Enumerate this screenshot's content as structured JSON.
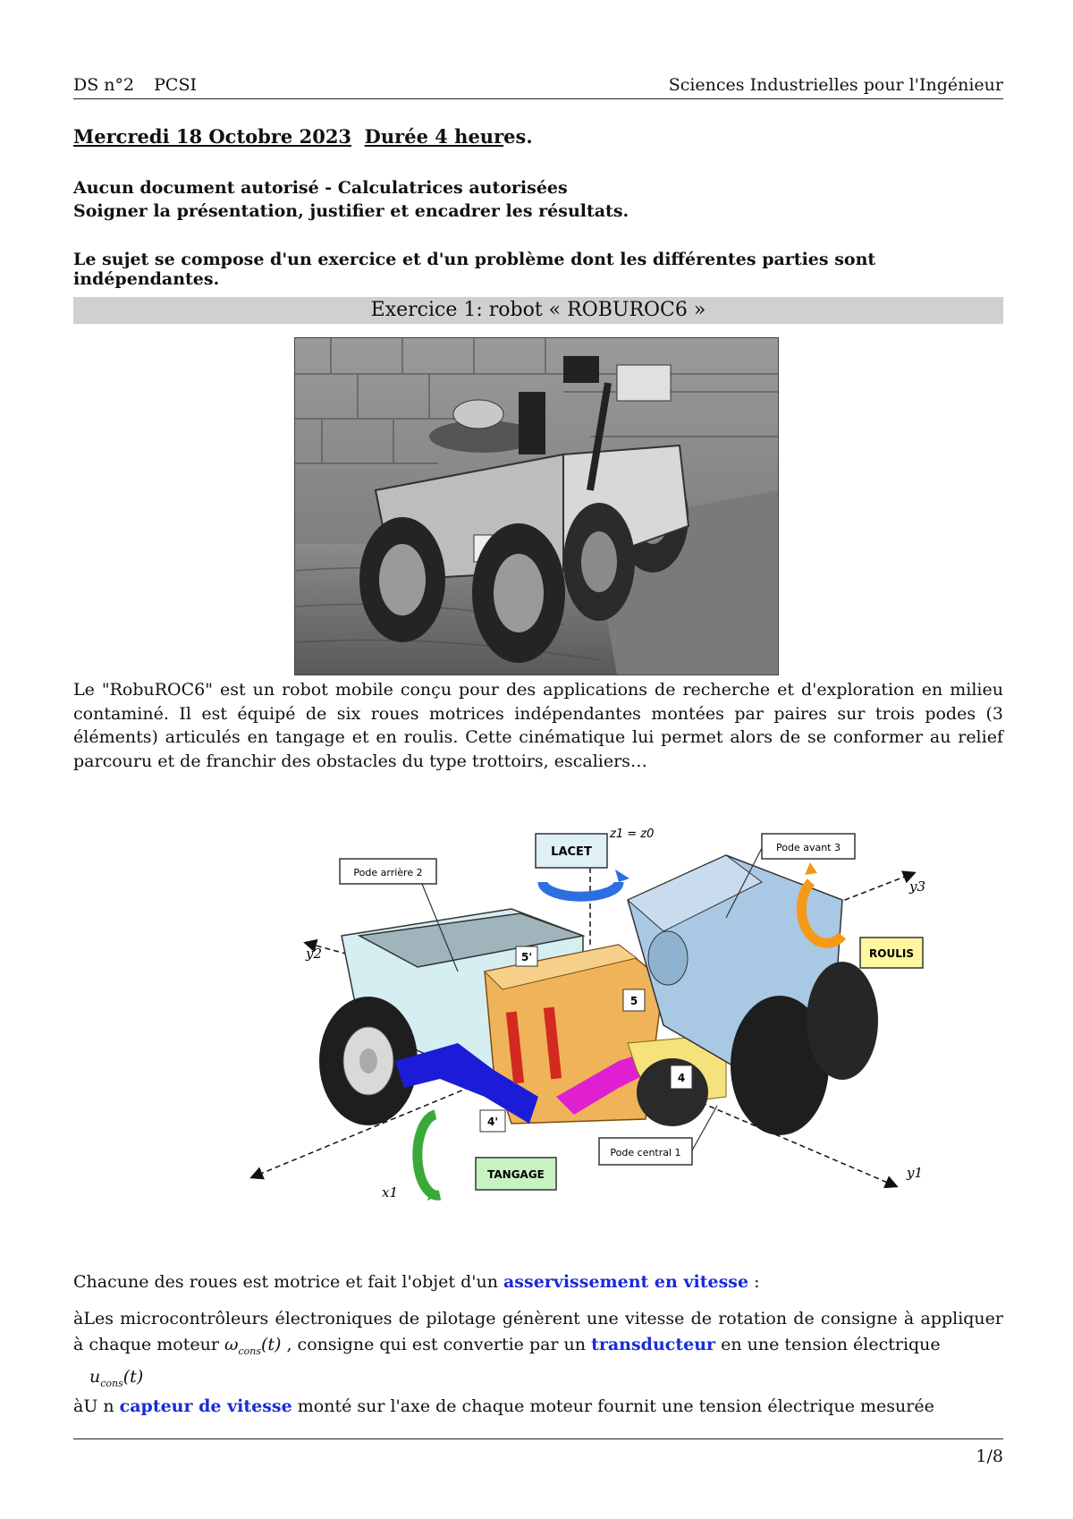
{
  "header": {
    "left1": "DS n°2",
    "left2": "PCSI",
    "right": "Sciences Industrielles pour l'Ingénieur"
  },
  "title": {
    "date": "Mercredi 18 Octobre 2023",
    "duration_underlined": "Durée 4 heur",
    "duration_tail": "es."
  },
  "rules": {
    "line1": "Aucun document autorisé - Calculatrices autorisées",
    "line2": "Soigner la présentation, justifier et encadrer les résultats.",
    "line3": "Le sujet se compose d'un exercice et d'un problème dont les différentes parties sont indépendantes."
  },
  "exercise": {
    "title": "Exercice 1: robot « ROBUROC6 »",
    "intro": "Le \"RobuROC6\" est un robot mobile conçu pour des applications de recherche et d'exploration en milieu contaminé. Il est équipé de six roues motrices indépendantes montées par paires sur trois podes (3 éléments) articulés en tangage et en roulis. Cette cinématique lui permet alors de se conformer au relief parcouru et de franchir des obstacles du type trottoirs, escaliers…"
  },
  "diagram": {
    "lacet": "LACET",
    "axis_top": "z1 = z0",
    "pode_avant": "Pode avant 3",
    "pode_arriere": "Pode arrière 2",
    "roulis": "ROULIS",
    "tangage": "TANGAGE",
    "pode_central": "Pode central 1",
    "y3": "y3",
    "y2": "y2",
    "y1": "y1",
    "x1": "x1",
    "label_5p": "5'",
    "label_5": "5",
    "label_4": "4",
    "label_4p": "4'"
  },
  "body": {
    "p1_a": "Chacune des roues est motrice et fait l'objet d'un ",
    "p1_link": "asservissement en vitesse",
    "p1_b": " :",
    "p2_a": "àLes microcontrôleurs électroniques de pilotage génèrent une vitesse de rotation de consigne à appliquer à chaque moteur ",
    "p2_math1": "ω",
    "p2_math1_sub": "cons",
    "p2_math1_arg": "(t)",
    "p2_b": " , consigne qui est convertie par un ",
    "p2_link": "transducteur",
    "p2_c": " en une tension électrique ",
    "p2_math2": "u",
    "p2_math2_sub": "cons",
    "p2_math2_arg": "(t)",
    "p3_a": "àU n ",
    "p3_link": "capteur de vitesse",
    "p3_b": " monté sur l'axe de chaque moteur fournit une tension électrique mesurée"
  },
  "footer": {
    "page": "1/8"
  }
}
